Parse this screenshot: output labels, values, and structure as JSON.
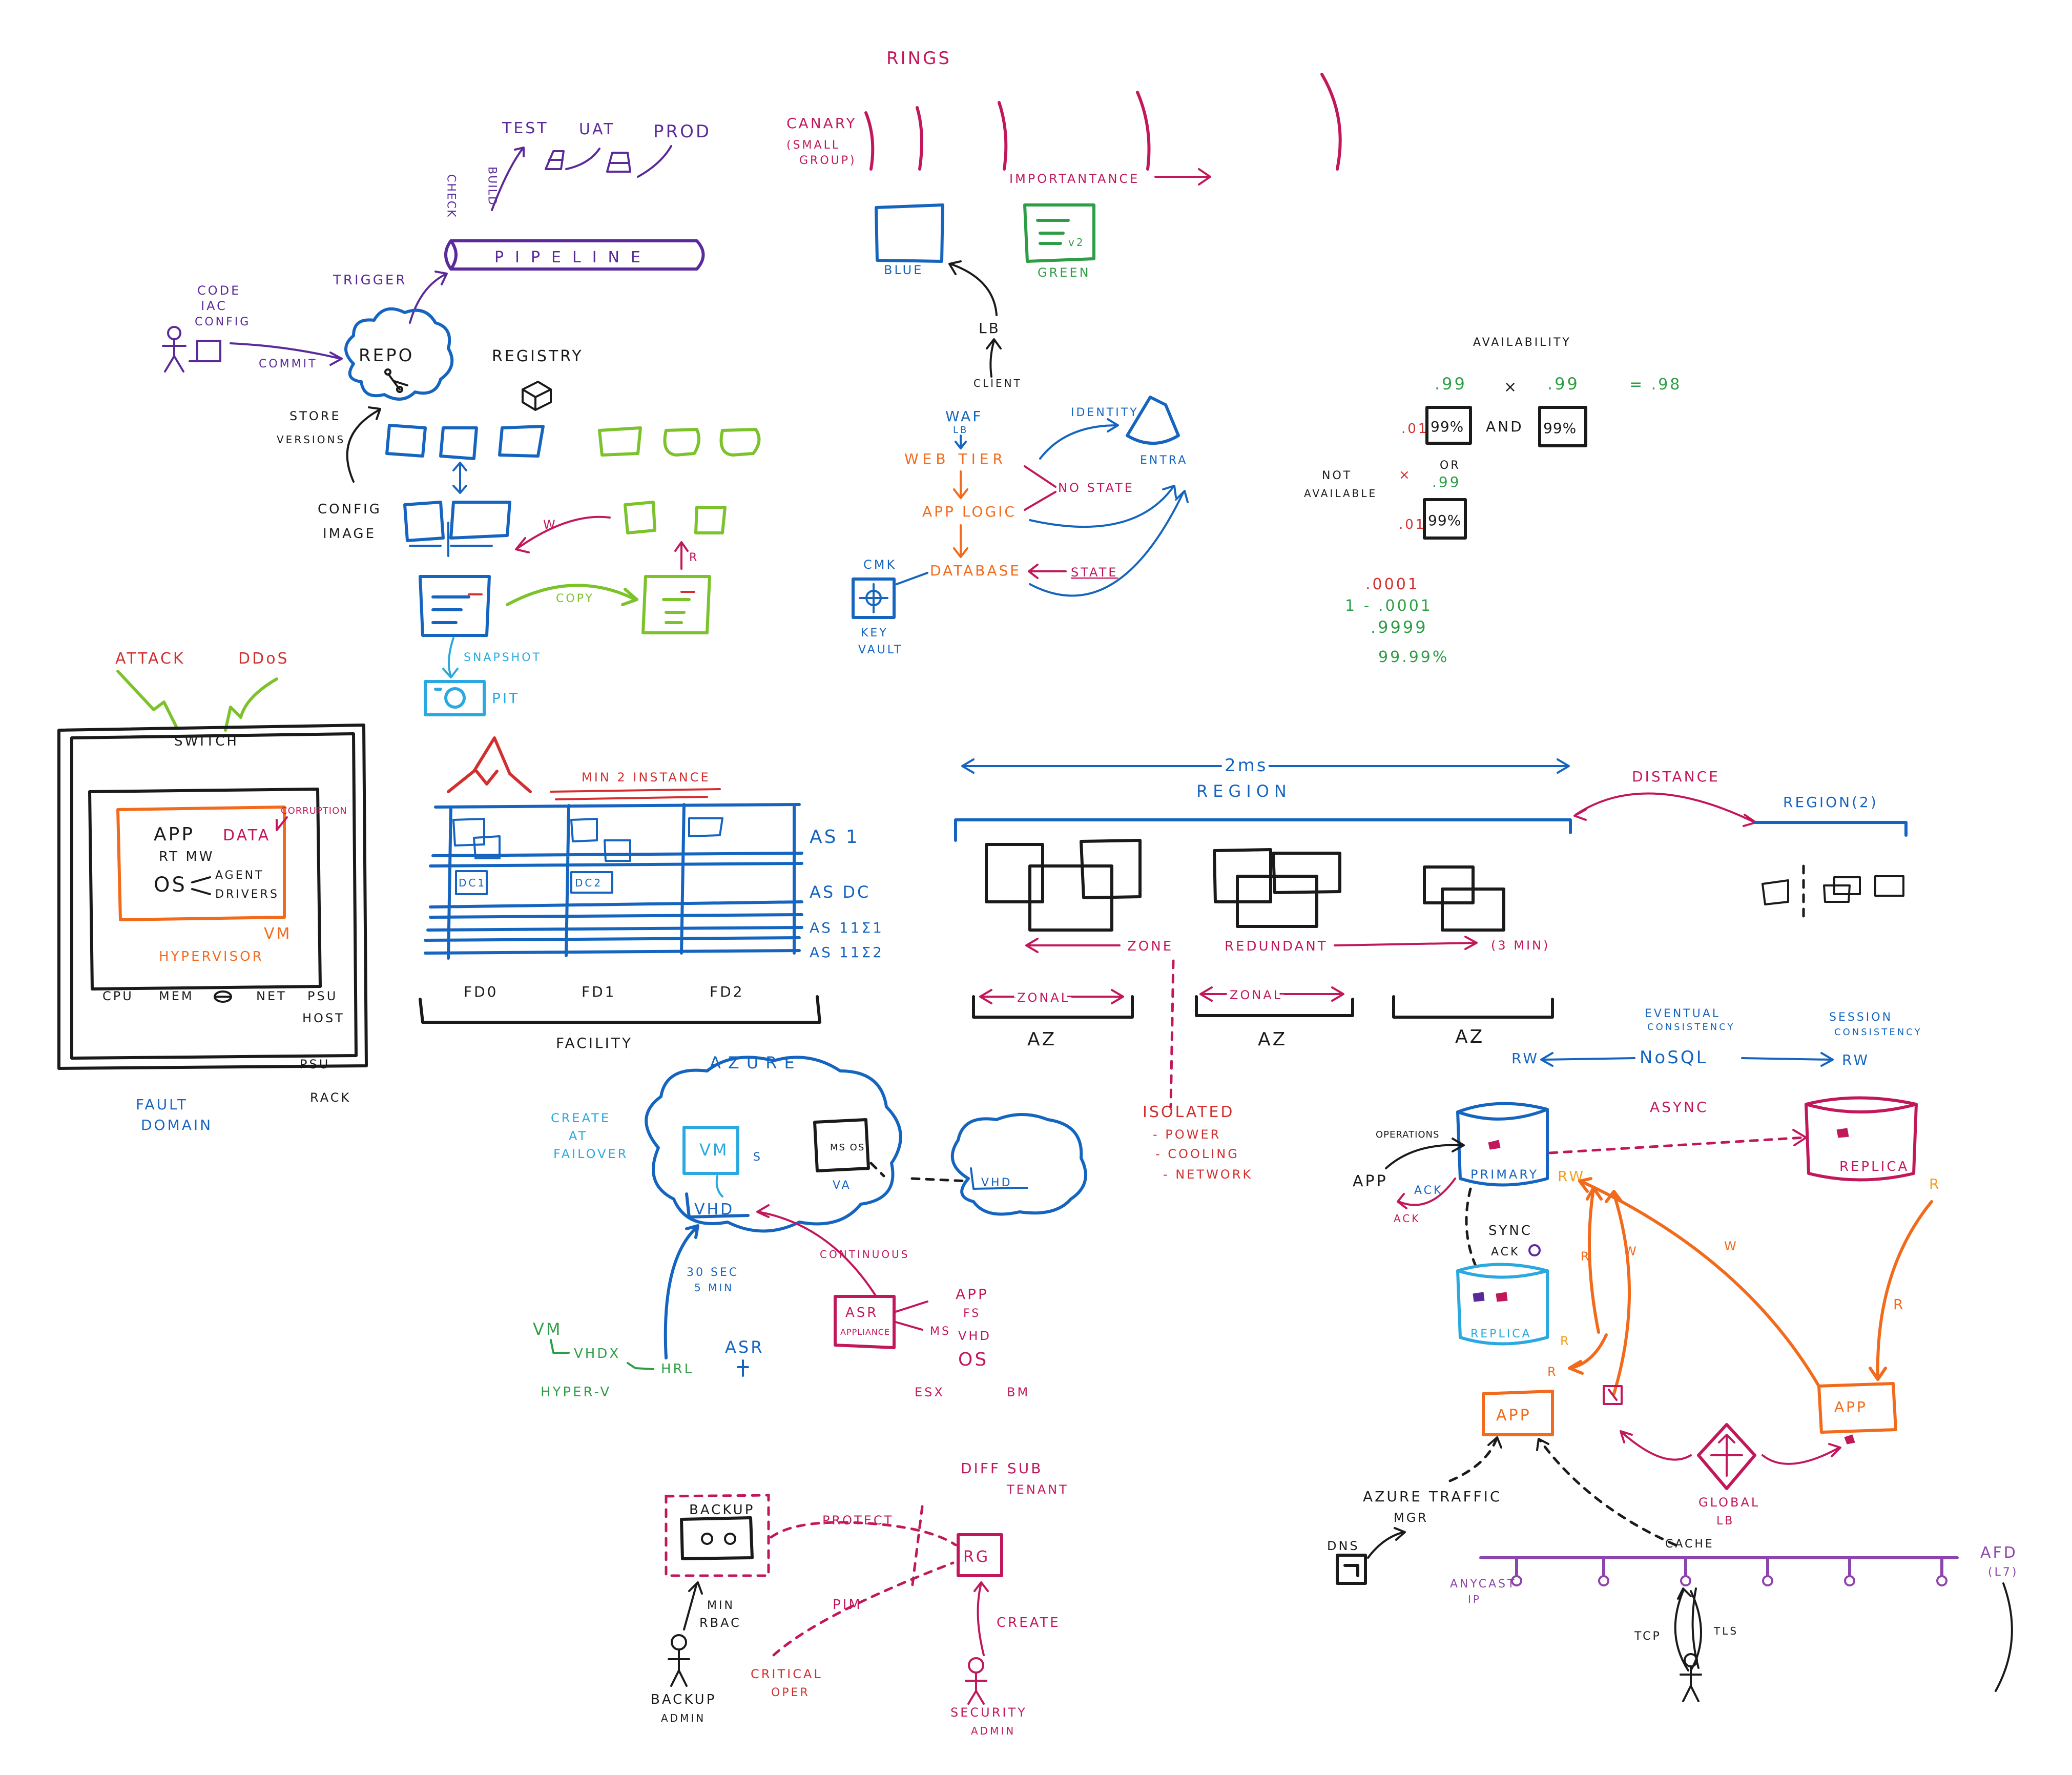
{
  "colors": {
    "purple": "#5b2a9a",
    "magenta": "#c2185b",
    "blue": "#1565c0",
    "green": "#2e9e46",
    "lime": "#7cc22a",
    "orange": "#f26a1b",
    "red": "#d32f2f",
    "cyan": "#29a9e0",
    "black": "#1a1a1a",
    "violet": "#8e44ad"
  },
  "pipeline": {
    "rings": "RINGS",
    "canary": "CANARY",
    "canary_sub": "(SMALL",
    "canary_sub2": "GROUP)",
    "importance": "IMPORTANTANCE",
    "test": "TEST",
    "uat": "UAT",
    "prod": "PROD",
    "check": "CHECK",
    "build": "BUILD",
    "pipeline": "PIPELINE",
    "trigger": "TRIGGER",
    "code": "CODE",
    "iac": "IAC",
    "config": "CONFIG",
    "commit": "COMMIT",
    "repo": "REPO",
    "registry": "REGISTRY",
    "store_versions": "STORE",
    "versions": "VERSIONS",
    "config_image": "CONFIG",
    "image": "IMAGE",
    "w": "W",
    "r": "R",
    "copy": "COPY",
    "snapshot": "SNAPSHOT",
    "pit": "PIT"
  },
  "bluegreen": {
    "blue": "BLUE",
    "green": "GREEN",
    "v2": "v2",
    "lb": "LB",
    "client": "CLIENT",
    "waf": "WAF",
    "waf_lb": "LB",
    "web_tier": "WEB TIER",
    "app_logic": "APP LOGIC",
    "database": "DATABASE",
    "identity": "IDENTITY",
    "entra": "ENTRA",
    "no_state": "NO STATE",
    "state": "STATE",
    "cmk": "CMK",
    "key": "KEY",
    "vault": "VAULT"
  },
  "availability": {
    "title": "AVAILABILITY",
    "v1": ".99",
    "times": "×",
    "v2": ".99",
    "result": "= .98",
    "p01": ".01",
    "box1": "99%",
    "and": "AND",
    "box2": "99%",
    "or": "OR",
    "not_available": "NOT",
    "not_available2": "AVAILABLE",
    "x": "×",
    "v3": ".99",
    "p01b": ".01",
    "box3": "99%",
    "calc1": ".0001",
    "calc2": "1 - .0001",
    "calc3": ".9999",
    "calc4": "99.99%"
  },
  "fault": {
    "attack": "ATTACK",
    "ddos": "DDoS",
    "switch": "SWITCH",
    "app": "APP",
    "rt_mw": "RT MW",
    "os": "OS",
    "agent": "AGENT",
    "drivers": "DRIVERS",
    "data": "DATA",
    "corruption": "CORRUPTION",
    "vm": "VM",
    "hypervisor": "HYPERVISOR",
    "cpu": "CPU",
    "mem": "MEM",
    "net": "NET",
    "psu": "PSU",
    "host": "HOST",
    "psu2": "PSU",
    "rack": "RACK",
    "fault": "FAULT",
    "domain": "DOMAIN"
  },
  "facility": {
    "min2": "MIN 2 INSTANCE",
    "as1": "AS 1",
    "asdc": "AS DC",
    "as_u1": "AS 11Σ1",
    "as_u2": "AS 11Σ2",
    "fd0": "FD0",
    "fd1": "FD1",
    "fd2": "FD2",
    "facility": "FACILITY",
    "dc1": "DC1",
    "dc2": "DC2"
  },
  "region": {
    "two_ms": "2ms",
    "region": "REGION",
    "distance": "DISTANCE",
    "region2": "REGION(2)",
    "zone": "ZONE",
    "redundant": "REDUNDANT",
    "three_min": "(3 MIN)",
    "zonal1": "ZONAL",
    "zonal2": "ZONAL",
    "az1": "AZ",
    "az2": "AZ",
    "az3": "AZ",
    "isolated": "ISOLATED",
    "power": "- POWER",
    "cooling": "- COOLING",
    "network": "- NETWORK"
  },
  "asr": {
    "azure": "AZURE",
    "create": "CREATE",
    "at": "AT",
    "failover": "FAILOVER",
    "vm": "VM",
    "vhd": "VHD",
    "vhd2": "VHD",
    "ms_os": "MS OS",
    "va": "VA",
    "s": "S",
    "continuous": "CONTINUOUS",
    "thirty_sec": "30 SEC",
    "five_min": "5 MIN",
    "asr_appliance": "ASR",
    "appliance": "APPLIANCE",
    "vm_label": "VM",
    "vhdx": "VHDX",
    "hrl": "HRL",
    "hyperv": "HYPER-V",
    "asr": "ASR",
    "app": "APP",
    "fs": "FS",
    "ms": "MS",
    "vhd3": "VHD",
    "os": "OS",
    "esx": "ESX",
    "bm": "BM"
  },
  "backup": {
    "backup": "BACKUP",
    "protect": "PROTECT",
    "diff_sub": "DIFF SUB",
    "tenant": "TENANT",
    "rg": "RG",
    "min": "MIN",
    "rbac": "RBAC",
    "pim": "PIM",
    "create": "CREATE",
    "backup_admin": "BACKUP",
    "admin": "ADMIN",
    "critical": "CRITICAL",
    "oper": "OPER",
    "security": "SECURITY",
    "admin2": "ADMIN"
  },
  "nosql": {
    "eventual": "EVENTUAL",
    "consistency": "CONSISTENCY",
    "session": "SESSION",
    "consistency2": "CONSISTENCY",
    "rw1": "RW",
    "nosql": "NoSQL",
    "rw2": "RW",
    "async": "ASYNC",
    "operations": "OPERATIONS",
    "app": "APP",
    "ack": "ACK",
    "ack2": "ACK",
    "primary": "PRIMARY",
    "rw3": "RW",
    "sync": "SYNC",
    "ack3": "ACK",
    "replica": "REPLICA",
    "replica2": "REPLICA",
    "r1": "R",
    "w1": "W",
    "r2": "R",
    "w2": "W",
    "r3": "R",
    "r4": "R",
    "app1": "APP",
    "app2": "APP",
    "global_lb": "GLOBAL",
    "lb": "LB",
    "atm": "AZURE TRAFFIC",
    "mgr": "MGR",
    "dns": "DNS",
    "cache": "CACHE",
    "afd": "AFD",
    "l7": "(L7)",
    "anycast": "ANYCAST",
    "ip": "IP",
    "tcp": "TCP",
    "tls": "TLS"
  }
}
